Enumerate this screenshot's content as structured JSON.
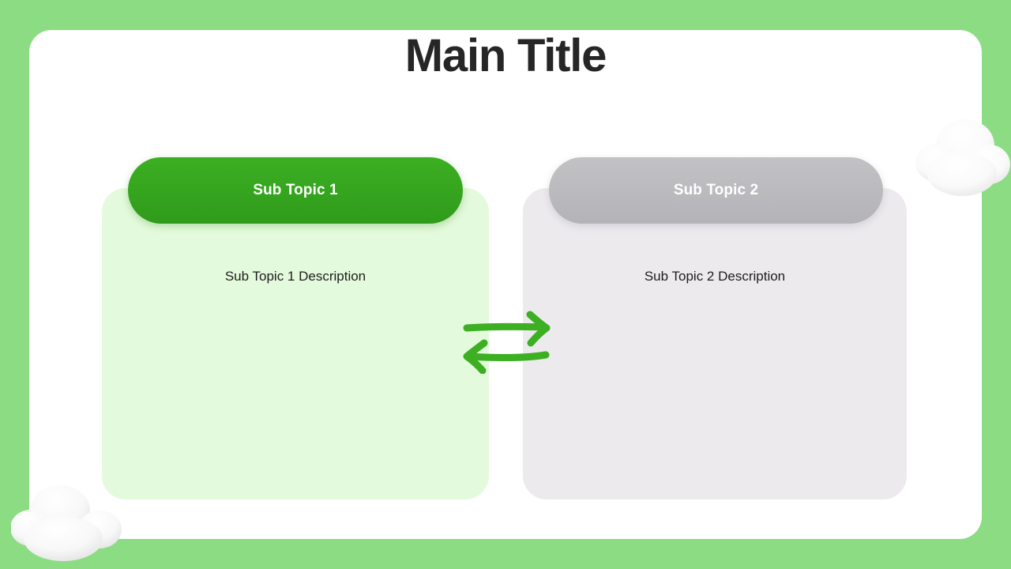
{
  "slide": {
    "title": "Main Title",
    "background_color": "#8CDC84",
    "panel_color": "#FFFFFF",
    "title_color": "#262626"
  },
  "columns": [
    {
      "heading": "Sub Topic 1",
      "description": "Sub Topic 1 Description",
      "pill_color": "#36A51F",
      "body_color": "#E4FADC",
      "heading_color": "#FFFFFF"
    },
    {
      "heading": "Sub Topic 2",
      "description": "Sub Topic 2 Description",
      "pill_color": "#BCBBBF",
      "body_color": "#EDEAEE",
      "heading_color": "#FFFFFF"
    }
  ],
  "center_graphic": {
    "icon_top": "arrow-right-icon",
    "icon_bottom": "arrow-left-icon",
    "color": "#3CAF22"
  },
  "decorations": [
    {
      "name": "cloud-right",
      "color": "#FFFFFF"
    },
    {
      "name": "cloud-left",
      "color": "#FFFFFF"
    }
  ]
}
